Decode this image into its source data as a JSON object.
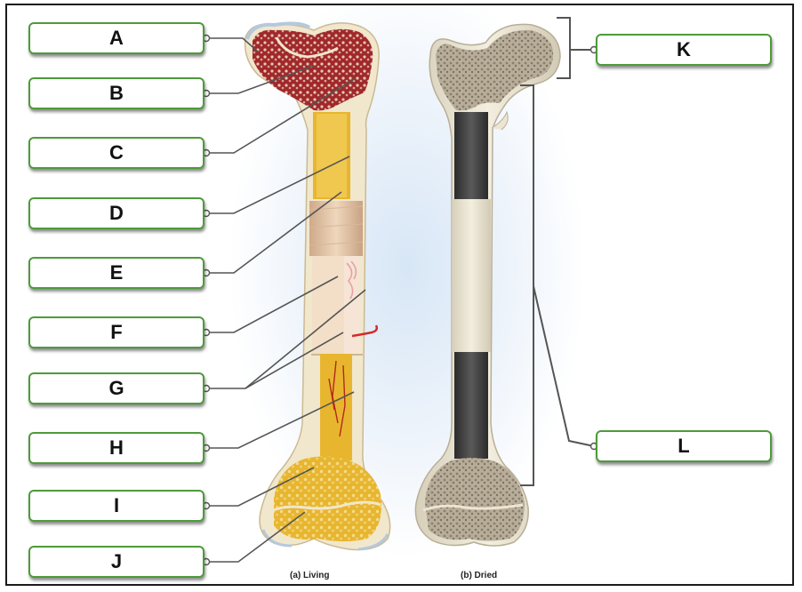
{
  "labels": {
    "A": "A",
    "B": "B",
    "C": "C",
    "D": "D",
    "E": "E",
    "F": "F",
    "G": "G",
    "H": "H",
    "I": "I",
    "J": "J",
    "K": "K",
    "L": "L"
  },
  "captions": {
    "living": "(a) Living",
    "dried": "(b) Dried"
  },
  "colors": {
    "box_border": "#4d9b3a",
    "red_marrow": "#a0282b",
    "yellow_marrow": "#e8b62e",
    "bone": "#f1e7cc",
    "periosteum": "#e6c7a5",
    "dried_bone": "#ece5d2",
    "spongy_dried": "#9b907f",
    "cartilage": "#b5c8dd",
    "blood_vessel": "#d42a2a"
  }
}
